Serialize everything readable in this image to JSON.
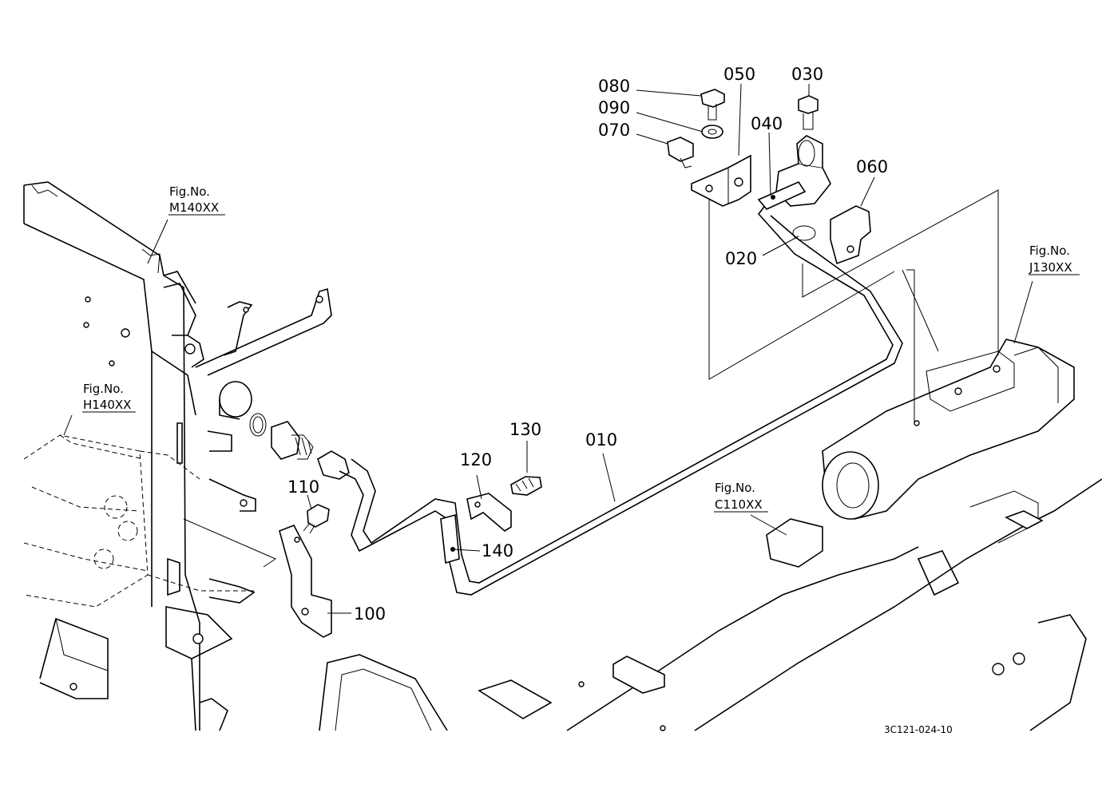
{
  "parts": {
    "p010": "010",
    "p020": "020",
    "p030": "030",
    "p040": "040",
    "p050": "050",
    "p060": "060",
    "p070": "070",
    "p080": "080",
    "p090": "090",
    "p100": "100",
    "p110": "110",
    "p120": "120",
    "p130": "130",
    "p140": "140"
  },
  "refs": {
    "m140": {
      "title": "Fig.No.",
      "code": "M140XX"
    },
    "h140": {
      "title": "Fig.No.",
      "code": "H140XX"
    },
    "j130": {
      "title": "Fig.No.",
      "code": "J130XX"
    },
    "c110": {
      "title": "Fig.No.",
      "code": "C110XX"
    }
  },
  "doc_number": "3C121-024-10"
}
